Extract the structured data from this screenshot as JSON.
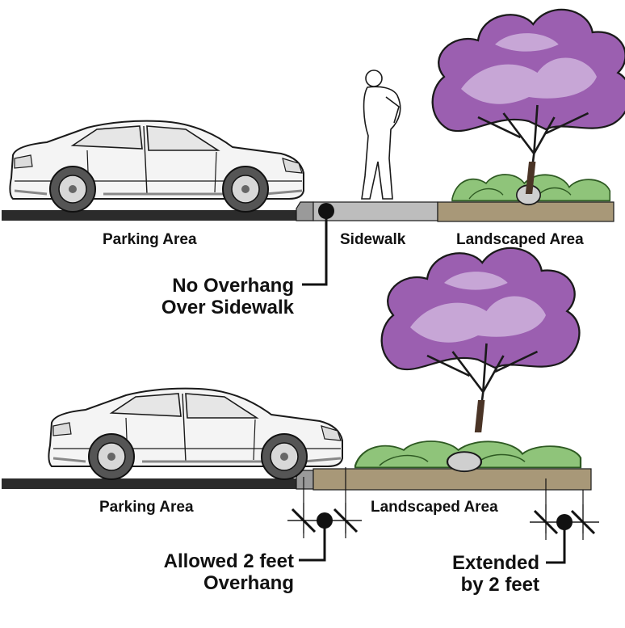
{
  "top_scene": {
    "parking_label": "Parking Area",
    "sidewalk_label": "Sidewalk",
    "landscaped_label": "Landscaped Area",
    "callout_line1": "No Overhang",
    "callout_line2": "Over Sidewalk"
  },
  "bottom_scene": {
    "parking_label": "Parking Area",
    "landscaped_label": "Landscaped Area",
    "left_callout_line1": "Allowed 2 feet",
    "left_callout_line2": "Overhang",
    "right_callout_line1": "Extended",
    "right_callout_line2": "by 2 feet"
  },
  "colors": {
    "pavement": "#2b2b2b",
    "curb": "#9a9a9a",
    "sidewalk": "#bdbdbd",
    "soil": "#a89878",
    "tree_purple": "#9b5fb0",
    "tree_light": "#c7a6d6",
    "shrub_green": "#8fc47a",
    "car_body": "#f4f4f4"
  },
  "icons": [
    "car-icon",
    "pedestrian-icon",
    "tree-icon",
    "shrub-icon",
    "dimension-marker-icon"
  ]
}
